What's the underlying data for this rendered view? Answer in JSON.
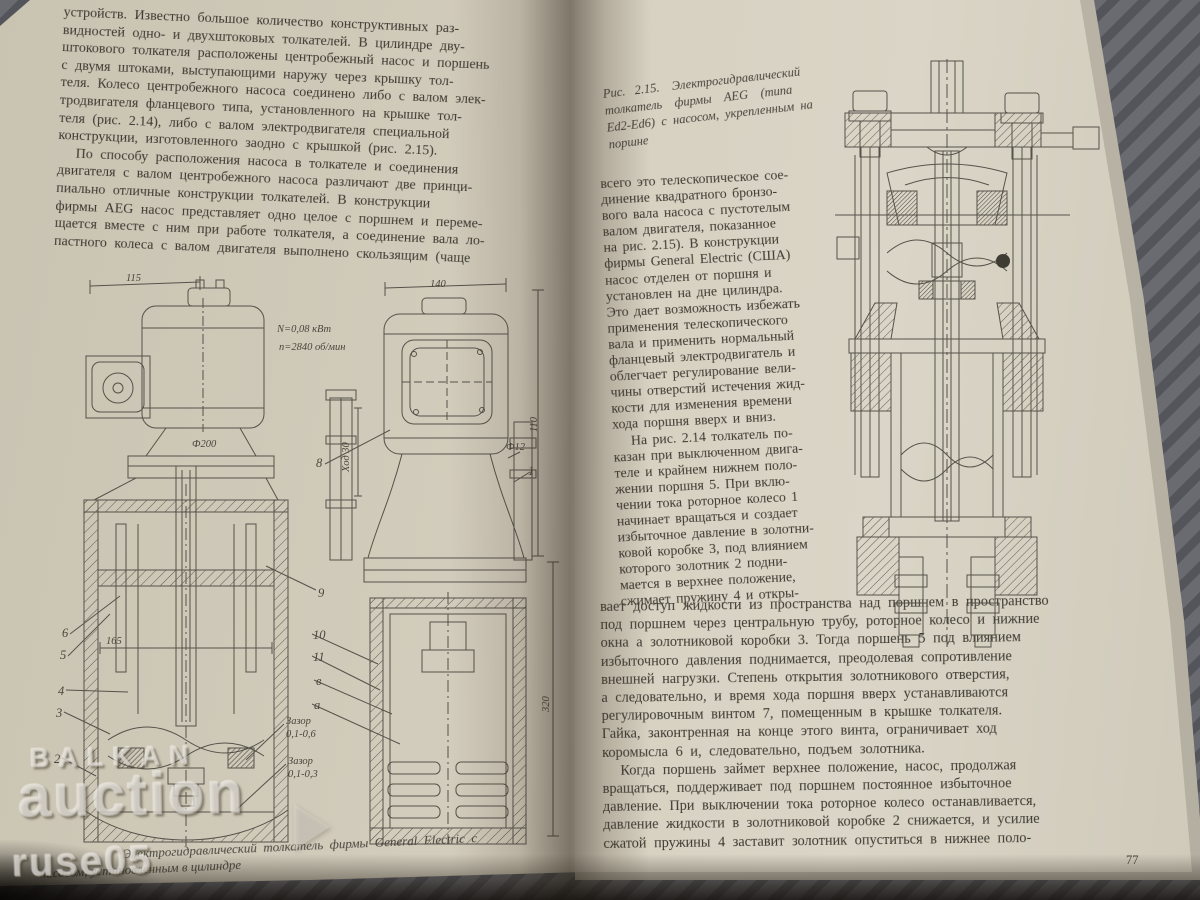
{
  "watermark": {
    "brand_top": "BALKAN",
    "brand_main": "auction",
    "seller": "ruse05"
  },
  "page_left": {
    "para1": [
      "устройств. Известно большое количество конструктивных раз-",
      "видностей одно- и двухштоковых толкателей. В цилиндре дву-",
      "штокового толкателя расположены центробежный насос и поршень",
      "с двумя штоками, выступающими наружу через крышку тол-",
      "теля. Колесо центробежного насоса соединено либо с валом элек-",
      "тродвигателя фланцевого типа, установленного на крышке тол-",
      "теля (рис. 2.14), либо с валом электродвигателя специальной",
      "конструкции, изготовленного заодно с крышкой (рис. 2.15)."
    ],
    "para2": [
      "По способу расположения насоса в толкателе и соединения",
      "двигателя с валом центробежного насоса различают две принци-",
      "пиально отличные конструкции толкателей. В конструкции",
      "фирмы AEG насос представляет одно целое с поршнем и переме-",
      "щается вместе с ним при работе толкателя, а соединение вала ло-",
      "пастного колеса с валом двигателя выполнено скользящим (чаще"
    ],
    "caption": [
      "Электрогидравлический  толкатель  фирмы  General  Electric  с",
      "насосом, установленным в цилиндре"
    ],
    "figure": {
      "dim_width": "115",
      "power": "N=0,08 кВт",
      "speed": "n=2840 об/мин",
      "dia_flange": "Ф200",
      "dim_inner": "165",
      "dim_width2": "140",
      "dim_height2": "110",
      "dim_total2": "320",
      "stroke": "Ход 30",
      "dia_bolt": "Ф12",
      "gap1_word": "Зазор",
      "gap1_val": "0,1-0,6",
      "gap2_word": "Зазор",
      "gap2_val": "0,1-0,3",
      "callouts": {
        "n1": "1",
        "n2": "2",
        "n3": "3",
        "n4": "4",
        "n5": "5",
        "n6": "6",
        "n8": "8",
        "n9": "9",
        "n10": "10",
        "n11": "11",
        "vv": "в",
        "aa": "а"
      }
    }
  },
  "page_right": {
    "caption": [
      "Рис.   2.15.    Электрогидравлический",
      "толкатель    фирмы    AEG    (типа",
      "Ed2-Ed6)  с  насосом,  укрепленным  на",
      "поршне"
    ],
    "col_para1": [
      "всего это телескопическое сое-",
      "динение квадратного бронзо-",
      "вого вала насоса с пустотелым",
      "валом двигателя, показанное",
      "на рис. 2.15). В конструкции",
      "фирмы General Electric (США)",
      "насос отделен от поршня и",
      "установлен на дне цилиндра.",
      "Это дает возможность избежать",
      "применения телескопического",
      "вала и применить нормальный",
      "фланцевый электродвигатель и",
      "облегчает регулирование вели-",
      "чины отверстий истечения жид-",
      "кости для изменения времени",
      "хода поршня вверх и вниз."
    ],
    "col_para2": [
      "На рис. 2.14 толкатель по-",
      "казан при выключенном двига-",
      "теле и крайнем нижнем поло-",
      "жении поршня 5. При вклю-",
      "чении тока роторное колесо 1",
      "начинает вращаться и создает",
      "избыточное давление в золотни-",
      "ковой коробке 3, под влиянием",
      "которого золотник 2 подни-",
      "мается в верхнее положение,",
      "сжимает пружину 4 и откры-"
    ],
    "full_para1": [
      "вает доступ жидкости из пространства над поршнем в пространство",
      "под поршнем через центральную трубу, роторное колесо и нижние",
      "окна а золотниковой коробки 3. Тогда поршень 5 под влиянием",
      "избыточного давления поднимается, преодолевая сопротивление",
      "внешней нагрузки. Степень открытия золотникового отверстия,",
      "а следовательно, и время хода поршня вверх устанавливаются",
      "регулировочным винтом 7, помещенным в крышке толкателя.",
      "Гайка, законтренная на конце этого винта, ограничивает ход",
      "коромысла 6 и, следовательно, подъем золотника."
    ],
    "full_para2": [
      "Когда поршень займет верхнее положение, насос, продолжая",
      "вращаться, поддерживает под поршнем постоянное избыточное",
      "давление. При выключении тока роторное колесо останавливается,",
      "давление жидкости в золотниковой коробке 2 снижается, и усилие",
      "сжатой пружины 4 заставит золотник опуститься в нижнее поло-"
    ],
    "page_number": "77"
  }
}
